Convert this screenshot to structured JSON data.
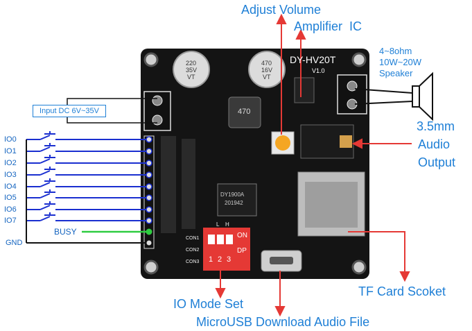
{
  "labels": {
    "adjust_volume": "Adjust Volume",
    "amplifier_ic": "Amplifier  IC",
    "speaker_line1": "4~8ohm",
    "speaker_line2": "10W~20W",
    "speaker_line3": "Speaker",
    "audio_output_line1": "3.5mm",
    "audio_output_line2": "Audio",
    "audio_output_line3": "Output",
    "input_dc": "Input DC 6V~35V",
    "busy": "BUSY",
    "gnd": "GND",
    "io_mode_set": "IO Mode Set",
    "microusb": "MicroUSB Download Audio File",
    "tf_card": "TF Card Scoket"
  },
  "io_pins": [
    "IO0",
    "IO1",
    "IO2",
    "IO3",
    "IO4",
    "IO5",
    "IO6",
    "IO7"
  ],
  "board": {
    "model": "DY-HV20T",
    "version": "V1.0",
    "cap1": [
      "220",
      "35V",
      "VT"
    ],
    "cap2": [
      "470",
      "16V",
      "VT"
    ],
    "inductor": "470",
    "chip_line1": "DY1900A",
    "chip_line2": "201942",
    "con1": "CON1",
    "con2": "CON2",
    "con3": "CON3",
    "switch_on": "ON",
    "switch_dp": "DP",
    "switch_nums": [
      "1",
      "2",
      "3"
    ],
    "lh": "L    H"
  },
  "colors": {
    "label_blue": "#1e7fd6",
    "arrow_red": "#e53935",
    "wire_blue": "#1a2fd0",
    "wire_green": "#2ecc40",
    "board_black": "#141414",
    "switch_red": "#e53935"
  }
}
